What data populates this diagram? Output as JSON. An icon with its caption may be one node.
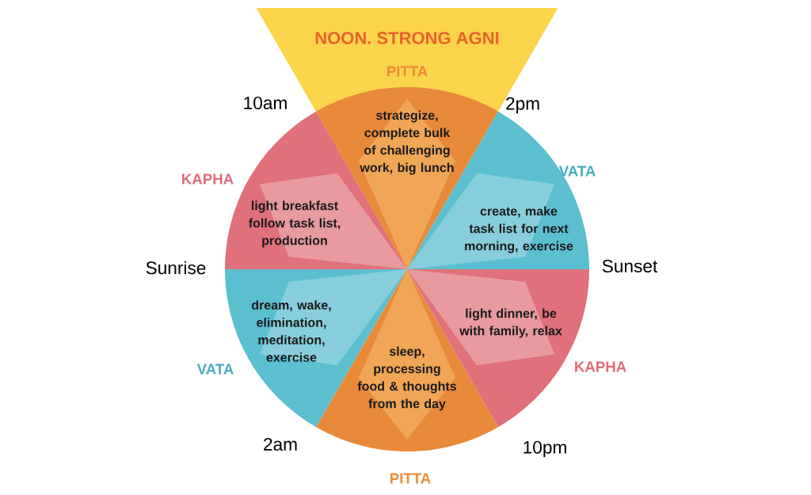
{
  "diagram": {
    "nodes": [
      {
        "text": [
          "NOON. STRONG AGNI",
          "PITTA"
        ]
      },
      {
        "text": [
          "strategize, complete bulk of challenging work, big lunch"
        ],
        "in": 0
      },
      {
        "text": [
          "light breakfast follow task list, production"
        ],
        "beside": [
          "KAPHA"
        ]
      },
      {
        "text": [
          "create, make task list for next morning, exercise"
        ],
        "beside": [
          "VATA"
        ]
      },
      {
        "text": [
          "dream, wake, elimination, meditation, exercise"
        ],
        "beside": [
          "VATA"
        ]
      },
      {
        "text": [
          "sleep, processing food & thoughts from the day"
        ],
        "beside": [
          "PITTA"
        ]
      },
      {
        "text": [
          "light dinner, be with family, relax"
        ],
        "beside": [
          "KAPHA"
        ]
      }
    ],
    "labels": [
      "10am",
      "2pm",
      "Sunrise",
      "Sunset",
      "2am",
      "10pm"
    ]
  }
}
